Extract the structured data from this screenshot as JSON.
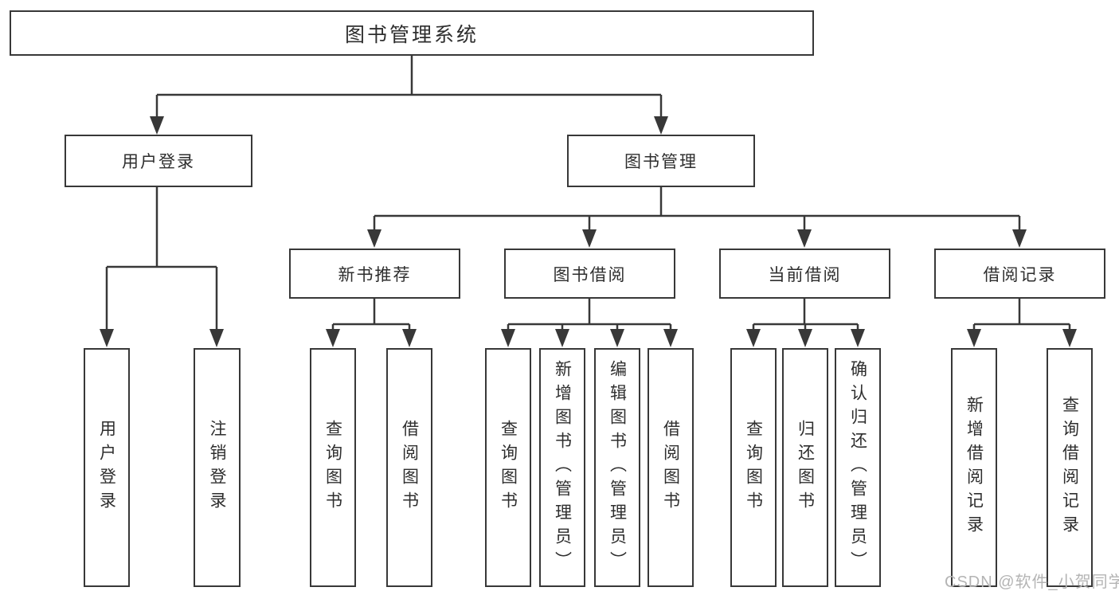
{
  "diagram": {
    "root": {
      "label": "图书管理系统",
      "children": [
        {
          "label": "用户登录",
          "children": [
            {
              "label": "用户登录"
            },
            {
              "label": "注销登录"
            }
          ]
        },
        {
          "label": "图书管理",
          "children": [
            {
              "label": "新书推荐",
              "children": [
                {
                  "label": "查询图书"
                },
                {
                  "label": "借阅图书"
                }
              ]
            },
            {
              "label": "图书借阅",
              "children": [
                {
                  "label": "查询图书"
                },
                {
                  "label": "新增图书（管理员）"
                },
                {
                  "label": "编辑图书（管理员）"
                },
                {
                  "label": "借阅图书"
                }
              ]
            },
            {
              "label": "当前借阅",
              "children": [
                {
                  "label": "查询图书"
                },
                {
                  "label": "归还图书"
                },
                {
                  "label": "确认归还（管理员）"
                }
              ]
            },
            {
              "label": "借阅记录",
              "children": [
                {
                  "label": "新增借阅记录"
                },
                {
                  "label": "查询借阅记录"
                }
              ]
            }
          ]
        }
      ]
    }
  },
  "watermark": {
    "text": "CSDN @软件_小贺同学"
  },
  "style": {
    "line_color": "#383838",
    "text_color": "#2e2e2e",
    "watermark_color": "#b4b4b4",
    "background": "#ffffff"
  }
}
